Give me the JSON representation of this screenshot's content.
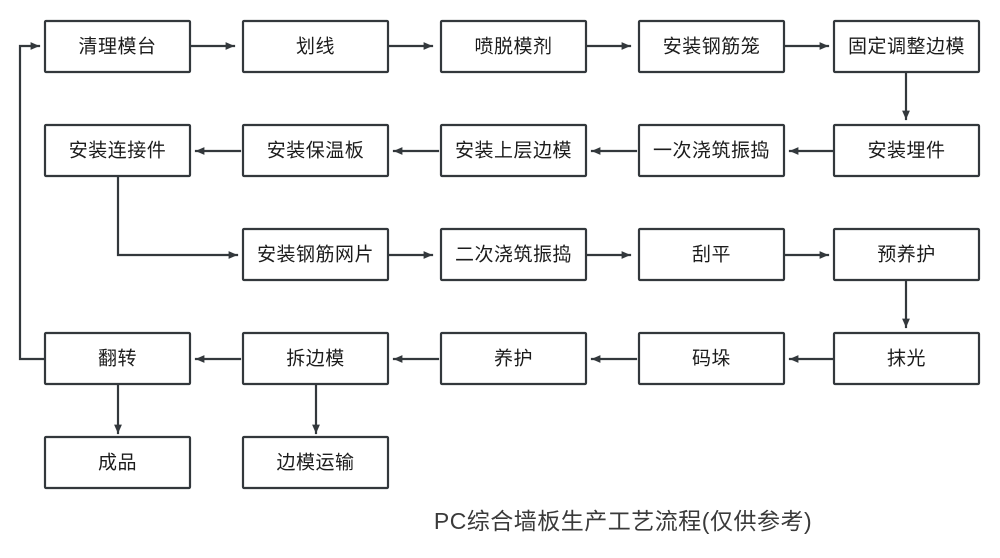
{
  "diagram": {
    "caption": "PC综合墙板生产工艺流程(仅供参考)",
    "colors": {
      "stroke": "#33383c",
      "node_fill": "#ffffff",
      "text": "#1c1c1c",
      "caption": "#3a3a3a",
      "background": "#ffffff"
    },
    "nodes": [
      {
        "id": "n1",
        "label": "清理模台",
        "row": 1,
        "col": 1
      },
      {
        "id": "n2",
        "label": "划线",
        "row": 1,
        "col": 2
      },
      {
        "id": "n3",
        "label": "喷脱模剂",
        "row": 1,
        "col": 3
      },
      {
        "id": "n4",
        "label": "安装钢筋笼",
        "row": 1,
        "col": 4
      },
      {
        "id": "n5",
        "label": "固定调整边模",
        "row": 1,
        "col": 5
      },
      {
        "id": "n6",
        "label": "安装埋件",
        "row": 2,
        "col": 5
      },
      {
        "id": "n7",
        "label": "一次浇筑振捣",
        "row": 2,
        "col": 4
      },
      {
        "id": "n8",
        "label": "安装上层边模",
        "row": 2,
        "col": 3
      },
      {
        "id": "n9",
        "label": "安装保温板",
        "row": 2,
        "col": 2
      },
      {
        "id": "n10",
        "label": "安装连接件",
        "row": 2,
        "col": 1
      },
      {
        "id": "n11",
        "label": "安装钢筋网片",
        "row": 3,
        "col": 2
      },
      {
        "id": "n12",
        "label": "二次浇筑振捣",
        "row": 3,
        "col": 3
      },
      {
        "id": "n13",
        "label": "刮平",
        "row": 3,
        "col": 4
      },
      {
        "id": "n14",
        "label": "预养护",
        "row": 3,
        "col": 5
      },
      {
        "id": "n15",
        "label": "抹光",
        "row": 4,
        "col": 5
      },
      {
        "id": "n16",
        "label": "码垛",
        "row": 4,
        "col": 4
      },
      {
        "id": "n17",
        "label": "养护",
        "row": 4,
        "col": 3
      },
      {
        "id": "n18",
        "label": "拆边模",
        "row": 4,
        "col": 2
      },
      {
        "id": "n19",
        "label": "翻转",
        "row": 4,
        "col": 1
      },
      {
        "id": "n20",
        "label": "成品",
        "row": 5,
        "col": 1
      },
      {
        "id": "n21",
        "label": "边模运输",
        "row": 5,
        "col": 2
      }
    ],
    "edges": [
      {
        "from": "n1",
        "to": "n2",
        "kind": "horizontal-right"
      },
      {
        "from": "n2",
        "to": "n3",
        "kind": "horizontal-right"
      },
      {
        "from": "n3",
        "to": "n4",
        "kind": "horizontal-right"
      },
      {
        "from": "n4",
        "to": "n5",
        "kind": "horizontal-right"
      },
      {
        "from": "n5",
        "to": "n6",
        "kind": "vertical-down"
      },
      {
        "from": "n6",
        "to": "n7",
        "kind": "horizontal-left"
      },
      {
        "from": "n7",
        "to": "n8",
        "kind": "horizontal-left"
      },
      {
        "from": "n8",
        "to": "n9",
        "kind": "horizontal-left"
      },
      {
        "from": "n9",
        "to": "n10",
        "kind": "horizontal-left"
      },
      {
        "from": "n10",
        "to": "n11",
        "kind": "elbow-down-right"
      },
      {
        "from": "n11",
        "to": "n12",
        "kind": "horizontal-right"
      },
      {
        "from": "n12",
        "to": "n13",
        "kind": "horizontal-right"
      },
      {
        "from": "n13",
        "to": "n14",
        "kind": "horizontal-right"
      },
      {
        "from": "n14",
        "to": "n15",
        "kind": "vertical-down"
      },
      {
        "from": "n15",
        "to": "n16",
        "kind": "horizontal-left"
      },
      {
        "from": "n16",
        "to": "n17",
        "kind": "horizontal-left"
      },
      {
        "from": "n17",
        "to": "n18",
        "kind": "horizontal-left"
      },
      {
        "from": "n18",
        "to": "n19",
        "kind": "horizontal-left"
      },
      {
        "from": "n19",
        "to": "n20",
        "kind": "vertical-down"
      },
      {
        "from": "n18",
        "to": "n21",
        "kind": "vertical-down"
      },
      {
        "from": "n19",
        "to": "n1",
        "kind": "feedback-loop-left"
      }
    ]
  }
}
